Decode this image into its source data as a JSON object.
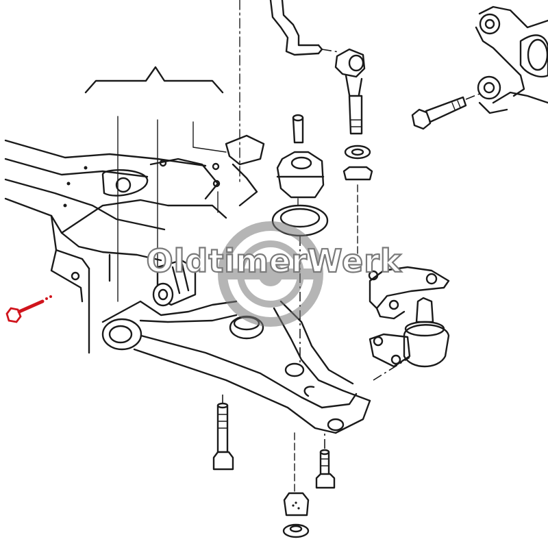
{
  "watermark": {
    "text": "OldtimerWerk",
    "text_color": "#ffffff",
    "outline_color": "#7a7a7a"
  },
  "highlight_color": "#d0141c",
  "parts": [
    "subframe",
    "anti-roll-bar",
    "drop-link",
    "steering-knuckle",
    "control-arm",
    "rubber-mount",
    "ball-joint",
    "mounting-bolt",
    "nut",
    "washer"
  ]
}
